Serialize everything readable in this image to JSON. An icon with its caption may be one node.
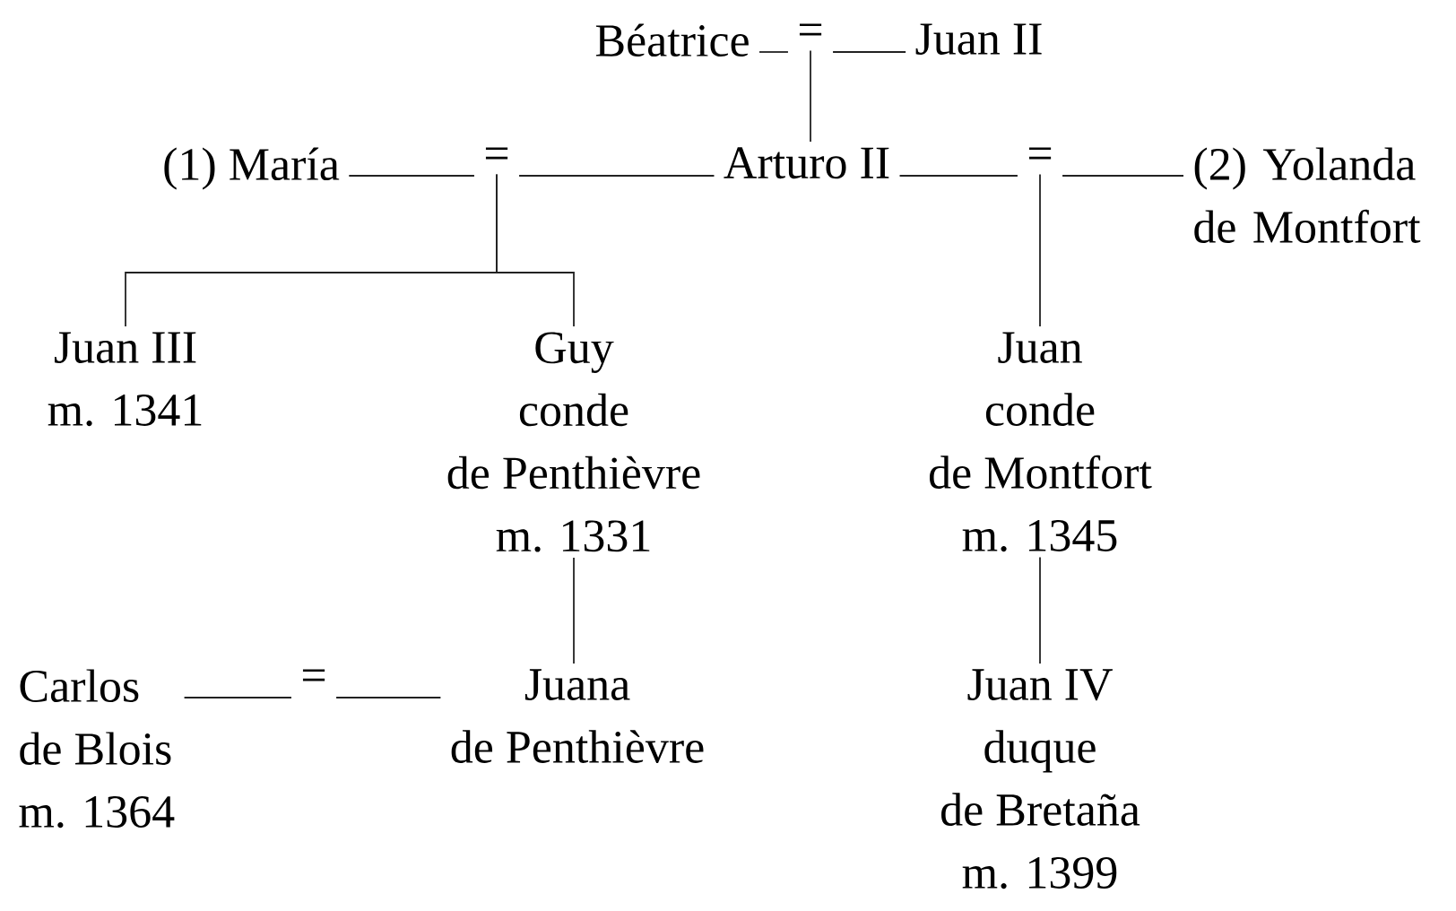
{
  "diagram": {
    "nodes": [
      {
        "text": [
          "Béatrice"
        ]
      },
      {
        "text": [
          "="
        ]
      },
      {
        "text": [
          "Juan II"
        ]
      },
      {
        "text": [
          "(1) María"
        ]
      },
      {
        "text": [
          "="
        ]
      },
      {
        "text": [
          "Arturo II"
        ]
      },
      {
        "text": [
          "="
        ]
      },
      {
        "text": [
          "(2) Yolanda de Montfort"
        ]
      },
      {
        "text": [
          "Juan III",
          "m. 1341"
        ]
      },
      {
        "text": [
          "Guy",
          "conde",
          "de Penthièvre",
          "m. 1331"
        ]
      },
      {
        "text": [
          "Juan",
          "conde",
          "de Montfort",
          "m. 1345"
        ]
      },
      {
        "text": [
          "Carlos",
          "de Blois",
          "m. 1364"
        ]
      },
      {
        "text": [
          "="
        ]
      },
      {
        "text": [
          "Juana",
          "de Penthièvre"
        ]
      },
      {
        "text": [
          "Juan IV",
          "duque",
          "de Bretaña",
          "m. 1399"
        ]
      }
    ],
    "edges": [
      {
        "from": 0,
        "to": 1,
        "arrow": "none"
      },
      {
        "from": 1,
        "to": 2,
        "arrow": "none"
      },
      {
        "from": 1,
        "to": 5,
        "arrow": "none"
      },
      {
        "from": 3,
        "to": 4,
        "arrow": "none"
      },
      {
        "from": 4,
        "to": 5,
        "arrow": "none"
      },
      {
        "from": 5,
        "to": 6,
        "arrow": "none"
      },
      {
        "from": 6,
        "to": 7,
        "arrow": "none"
      },
      {
        "from": 4,
        "to": 8,
        "arrow": "none"
      },
      {
        "from": 4,
        "to": 9,
        "arrow": "none"
      },
      {
        "from": 6,
        "to": 10,
        "arrow": "none"
      },
      {
        "from": 11,
        "to": 12,
        "arrow": "none"
      },
      {
        "from": 12,
        "to": 13,
        "arrow": "none"
      },
      {
        "from": 9,
        "to": 13,
        "arrow": "none"
      },
      {
        "from": 10,
        "to": 14,
        "arrow": "none"
      }
    ]
  }
}
